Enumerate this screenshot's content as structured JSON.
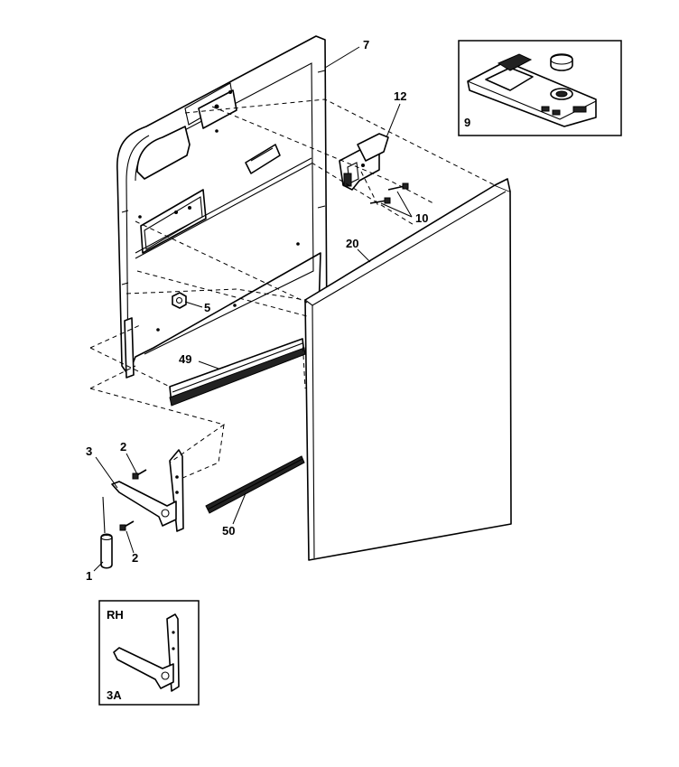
{
  "callouts": {
    "c7": "7",
    "c12": "12",
    "c9": "9",
    "c10": "10",
    "c20": "20",
    "c5": "5",
    "c49": "49",
    "c3": "3",
    "c2a": "2",
    "c2b": "2",
    "c50": "50",
    "c1": "1"
  },
  "inset_3a": {
    "side": "RH",
    "label": "3A"
  }
}
